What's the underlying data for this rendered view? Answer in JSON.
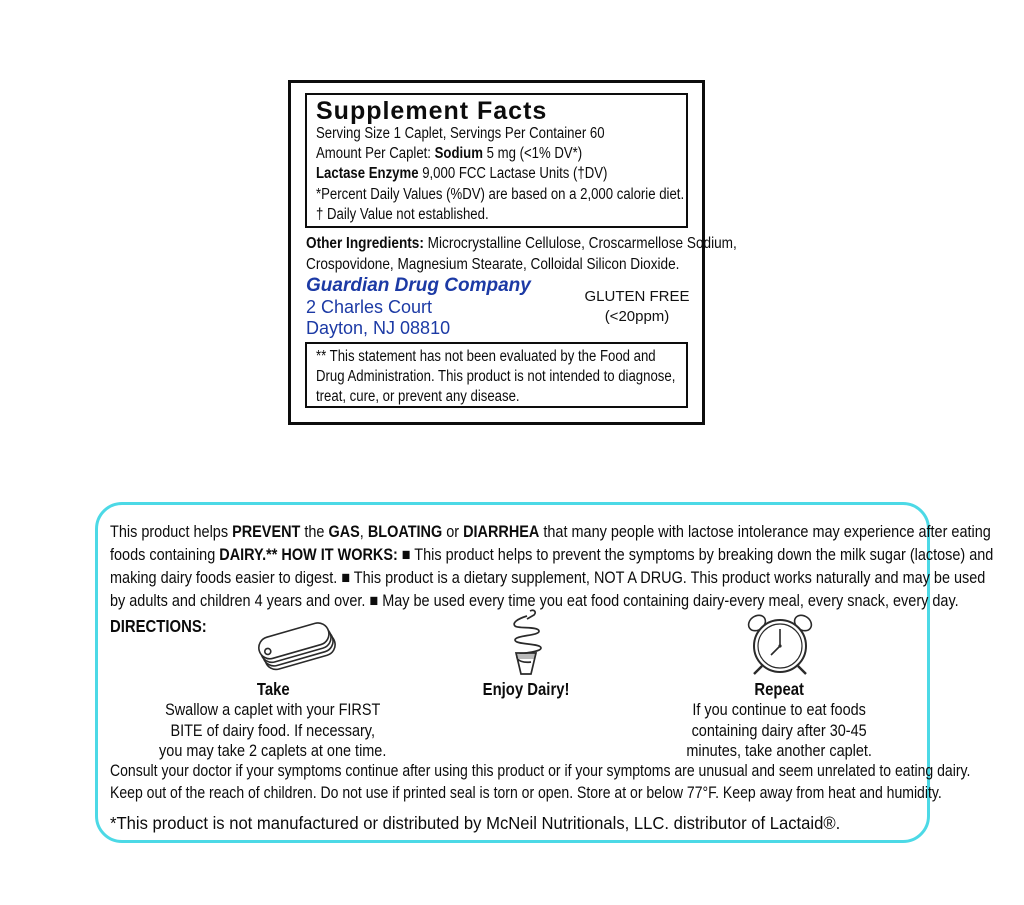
{
  "colors": {
    "panel_border": "#0d0d0d",
    "accent_border": "#4cd9e6",
    "company_blue": "#1c3aa5",
    "text": "#0c0c0c"
  },
  "supplement_panel": {
    "title": "Supplement Facts",
    "facts_lines": {
      "serving": "Serving Size 1 Caplet, Servings Per Container 60",
      "amount": [
        {
          "t": "Amount Per Caplet: "
        },
        {
          "t": "Sodium",
          "b": true
        },
        {
          "t": " 5 mg (<1% DV*)"
        }
      ],
      "lactase": [
        {
          "t": "Lactase Enzyme",
          "b": true
        },
        {
          "t": " 9,000 FCC Lactase Units (†DV)"
        }
      ],
      "percent": "*Percent Daily Values (%DV) are based on a 2,000 calorie diet.",
      "daily": "† Daily Value not established."
    },
    "other_ingredients_lines": [
      [
        {
          "t": "Other Ingredients:",
          "b": true
        },
        {
          "t": " Microcrystalline Cellulose, Croscarmellose Sodium,"
        }
      ],
      [
        {
          "t": "Crospovidone, Magnesium Stearate, Colloidal Silicon Dioxide."
        }
      ]
    ],
    "company": {
      "name": "Guardian Drug Company",
      "address_line1": "2 Charles Court",
      "address_line2": "Dayton, NJ 08810"
    },
    "gluten_free": {
      "line1": "GLUTEN FREE",
      "line2": "(<20ppm)"
    },
    "disclaimer_lines": [
      "** This statement has not been evaluated by the Food and",
      "Drug Administration. This product is not intended to diagnose,",
      "treat, cure, or prevent any disease."
    ]
  },
  "info_panel": {
    "intro_lines": [
      [
        {
          "t": "This product helps "
        },
        {
          "t": "PREVENT",
          "b": true
        },
        {
          "t": " the "
        },
        {
          "t": "GAS",
          "b": true
        },
        {
          "t": ", "
        },
        {
          "t": "BLOATING",
          "b": true
        },
        {
          "t": " or "
        },
        {
          "t": "DIARRHEA",
          "b": true
        },
        {
          "t": " that many people with lactose intolerance may experience after eating"
        }
      ],
      [
        {
          "t": "foods containing "
        },
        {
          "t": "DAIRY.**",
          "b": true
        },
        {
          "t": " "
        },
        {
          "t": "HOW IT WORKS:",
          "b": true
        },
        {
          "t": " ■ This product helps to prevent the symptoms by breaking down the milk sugar (lactose) and"
        }
      ],
      [
        {
          "t": "making dairy foods easier to digest. ■ This product is a dietary supplement, NOT A DRUG. This product works naturally and may be used"
        }
      ],
      [
        {
          "t": "by adults and children 4 years and over. ■ May be used every time you eat food containing dairy-every meal, every snack, every day."
        }
      ]
    ],
    "directions_label": "DIRECTIONS:",
    "steps": [
      {
        "icon": "caplet-icon",
        "title": "Take",
        "lines": [
          "Swallow a caplet with your FIRST",
          "BITE of dairy food. If necessary,",
          "you may take 2 caplets at one time."
        ]
      },
      {
        "icon": "soft-serve-icon",
        "title": "Enjoy Dairy!",
        "lines": []
      },
      {
        "icon": "alarm-clock-icon",
        "title": "Repeat",
        "lines": [
          "If you continue to eat foods",
          "containing dairy after 30-45",
          "minutes, take another caplet."
        ]
      }
    ],
    "caution_lines": [
      "Consult your doctor if your symptoms continue after using this product or if your symptoms are unusual and seem unrelated to eating dairy.",
      "Keep out of the reach of children. Do not use if printed seal is torn or open. Store at or below 77°F. Keep away from heat and humidity."
    ],
    "footnote": "*This product is not manufactured or distributed by McNeil Nutritionals, LLC. distributor of Lactaid®."
  }
}
